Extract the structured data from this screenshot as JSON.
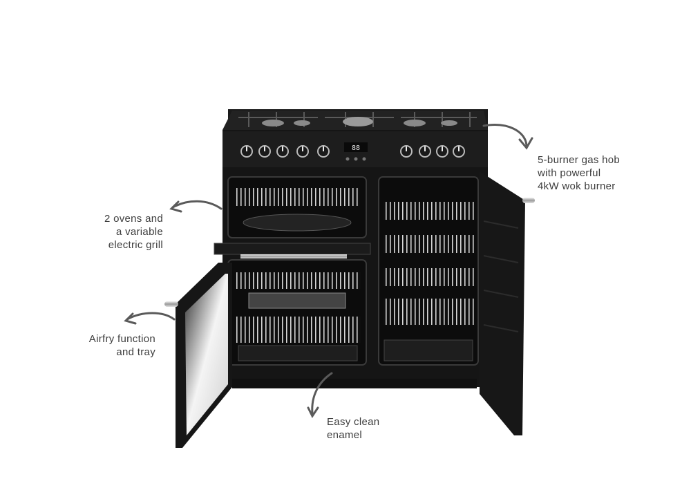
{
  "callouts": {
    "hob": {
      "lines": [
        "5-burner gas hob",
        "with powerful",
        "4kW wok burner"
      ]
    },
    "ovens": {
      "lines": [
        "2 ovens and",
        "a variable",
        "electric grill"
      ]
    },
    "airfry": {
      "lines": [
        "Airfry function",
        "and tray"
      ]
    },
    "enamel": {
      "lines": [
        "Easy clean",
        "enamel"
      ]
    }
  },
  "colors": {
    "range_body": "#151515",
    "cavity": "#0c0c0c",
    "chrome": "#c8c8c8",
    "arrow": "#5a5a5a",
    "text": "#3c3c3c"
  },
  "product": {
    "brand_plate": "",
    "display": "88"
  }
}
